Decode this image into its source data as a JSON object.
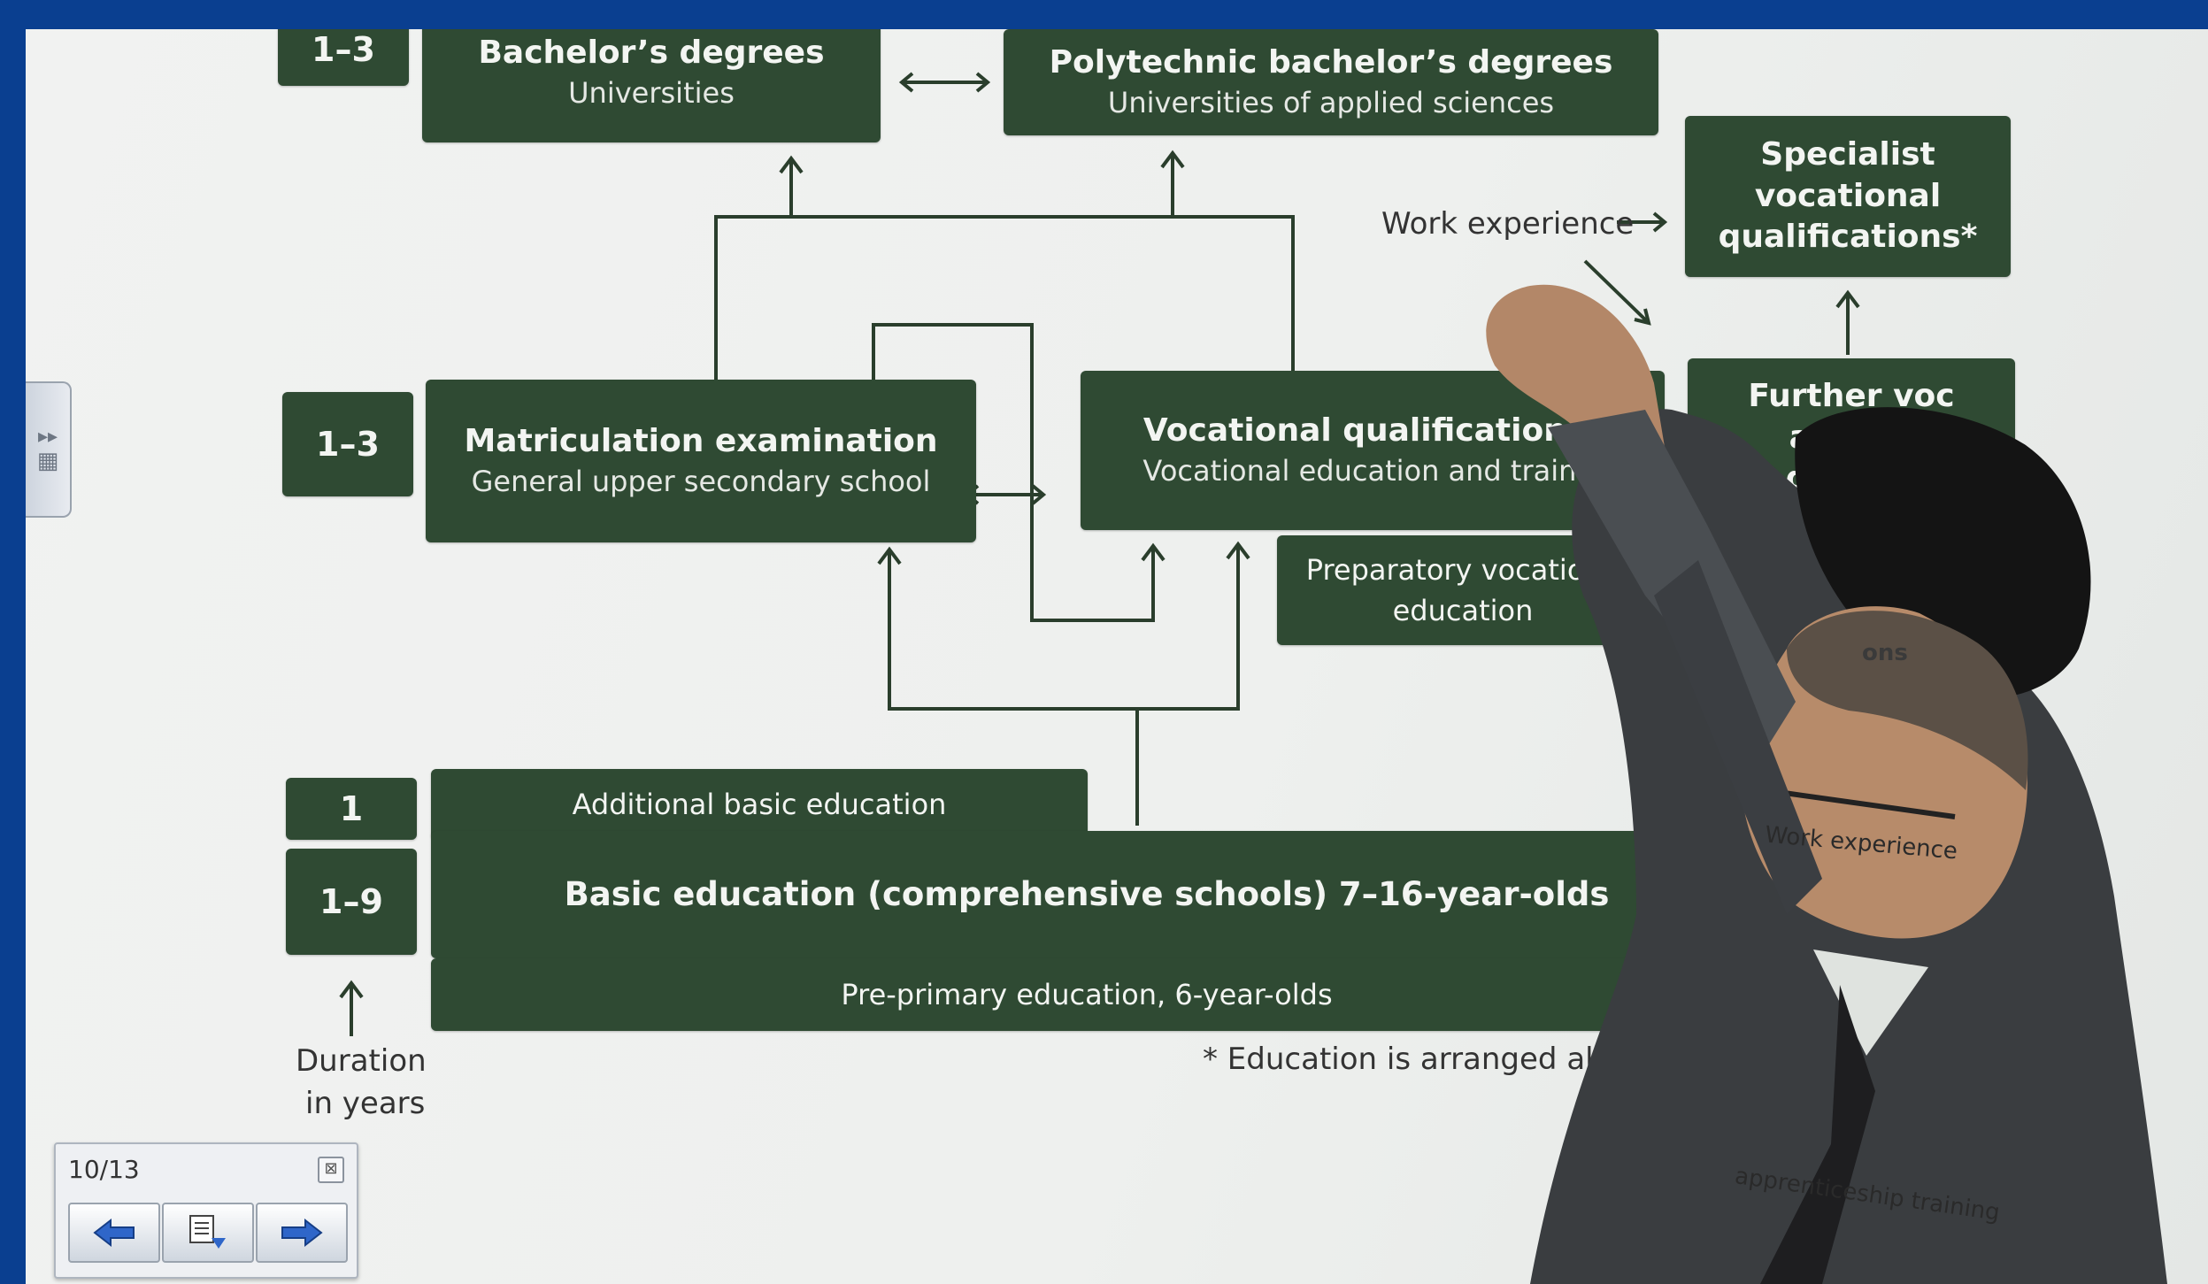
{
  "chart": {
    "bachelor": {
      "title": "Bachelor’s degrees",
      "subtitle": "Universities"
    },
    "polytechnic": {
      "title": "Polytechnic bachelor’s degrees",
      "subtitle": "Universities of applied sciences"
    },
    "specialist": {
      "line1": "Specialist",
      "line2": "vocational",
      "line3": "qualifications*"
    },
    "matriculation": {
      "title": "Matriculation examination",
      "subtitle": "General upper secondary school"
    },
    "vocational": {
      "title": "Vocational qualifications*",
      "subtitle": "Vocational education and trainin"
    },
    "further": {
      "line1": "Further voc ational",
      "line2": "qualific"
    },
    "preparatory": {
      "line1": "Preparatory vocationa",
      "line2": "education"
    },
    "additional": {
      "title": "Additional basic education"
    },
    "basic": {
      "title": "Basic education (comprehensive schools) 7–16-year-olds"
    },
    "preprimary": {
      "title": "Pre-primary education, 6-year-olds"
    },
    "durations": {
      "top": "1–3",
      "middle": "1–3",
      "additional": "1",
      "basic": "1–9"
    },
    "work_experience": "Work experience",
    "duration_label": {
      "line1": "Duration",
      "line2": "in years"
    },
    "footnote": "* Education is arranged also throu",
    "projected_on_face": {
      "work": "Work experience",
      "training": "apprenticeship training",
      "ons": "ons"
    }
  },
  "slideshow": {
    "counter": "10/13",
    "prev_icon": "arrow-left-icon",
    "menu_icon": "slide-menu-icon",
    "next_icon": "arrow-right-icon",
    "close_icon": "close-icon"
  },
  "colors": {
    "frame": "#0a3f90",
    "box": "#2f4a33",
    "screen": "#eef0ee"
  }
}
